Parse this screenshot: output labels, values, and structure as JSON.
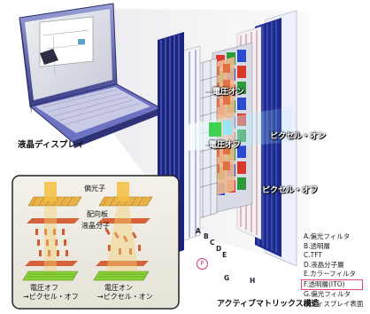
{
  "title_lcd": "液晶ディスプレイ",
  "title_matrix": "アクティブマトリックス構造",
  "callouts": {
    "voltage_on": "電圧オン",
    "voltage_off": "電圧オフ",
    "pixel_on": "ピクセル・オン",
    "pixel_off": "ピクセル・オフ"
  },
  "inset": {
    "polarizer": "偏光子",
    "alignment": "配向板",
    "lc_molecule": "液晶分子",
    "left_caption_1": "電圧オフ",
    "left_caption_2": "→ピクセル・オフ",
    "right_caption_1": "電圧オン",
    "right_caption_2": "→ピクセル・オン"
  },
  "layer_letters": [
    "A",
    "B",
    "C",
    "D",
    "E",
    "F",
    "G",
    "H"
  ],
  "legend": [
    "A.偏光フィルタ",
    "B.透明層",
    "C.TFT",
    "D.液晶分子層",
    "E.カラーフィルタ",
    "F.透明層(ITO)",
    "G.偏光フィルタ",
    "H.ディスプレイ表面"
  ]
}
